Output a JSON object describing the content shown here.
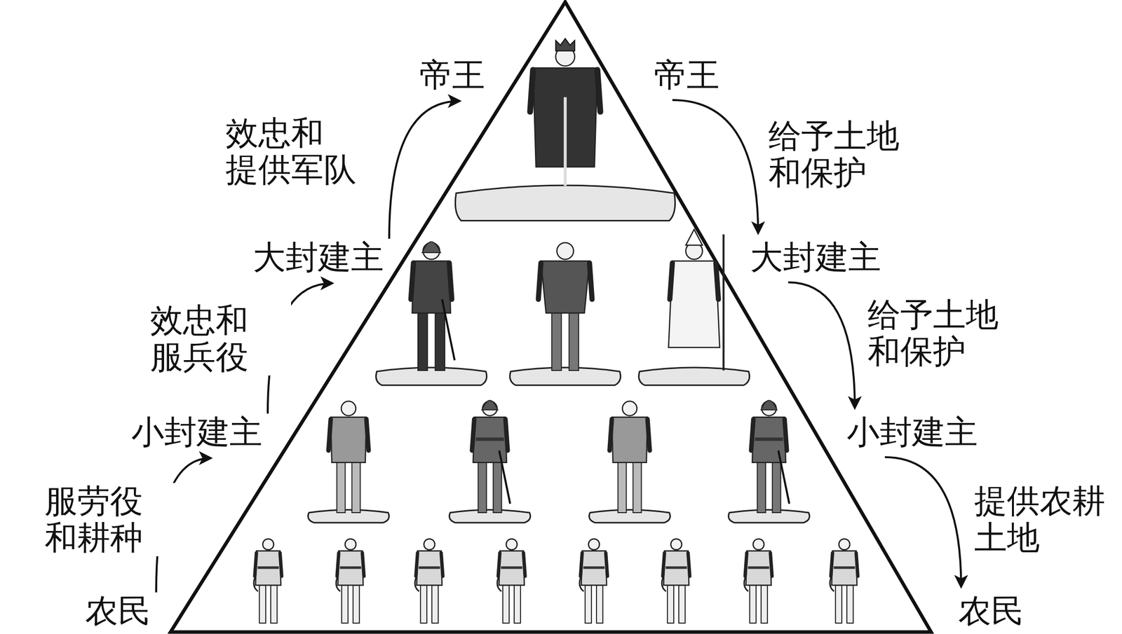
{
  "diagram": {
    "nodes": [
      {
        "text": [
          "帝王"
        ]
      },
      {
        "text": [
          "帝王"
        ]
      },
      {
        "text": [
          "大封建主"
        ]
      },
      {
        "text": [
          "大封建主"
        ]
      },
      {
        "text": [
          "小封建主"
        ]
      },
      {
        "text": [
          "小封建主"
        ]
      },
      {
        "text": [
          "农民"
        ]
      },
      {
        "text": [
          "农民"
        ]
      }
    ],
    "edges": [
      {
        "from": 6,
        "to": 4,
        "label": "服劳役 和耕种",
        "arrow": "to"
      },
      {
        "from": 4,
        "to": 2,
        "label": "效忠和 服兵役",
        "arrow": "to"
      },
      {
        "from": 2,
        "to": 0,
        "label": "效忠和 提供军队",
        "arrow": "to"
      },
      {
        "from": 1,
        "to": 3,
        "label": "给予土地 和保护",
        "arrow": "to"
      },
      {
        "from": 3,
        "to": 5,
        "label": "给予土地 和保护",
        "arrow": "to"
      },
      {
        "from": 5,
        "to": 7,
        "label": "提供农耕 土地",
        "arrow": "to"
      }
    ]
  }
}
